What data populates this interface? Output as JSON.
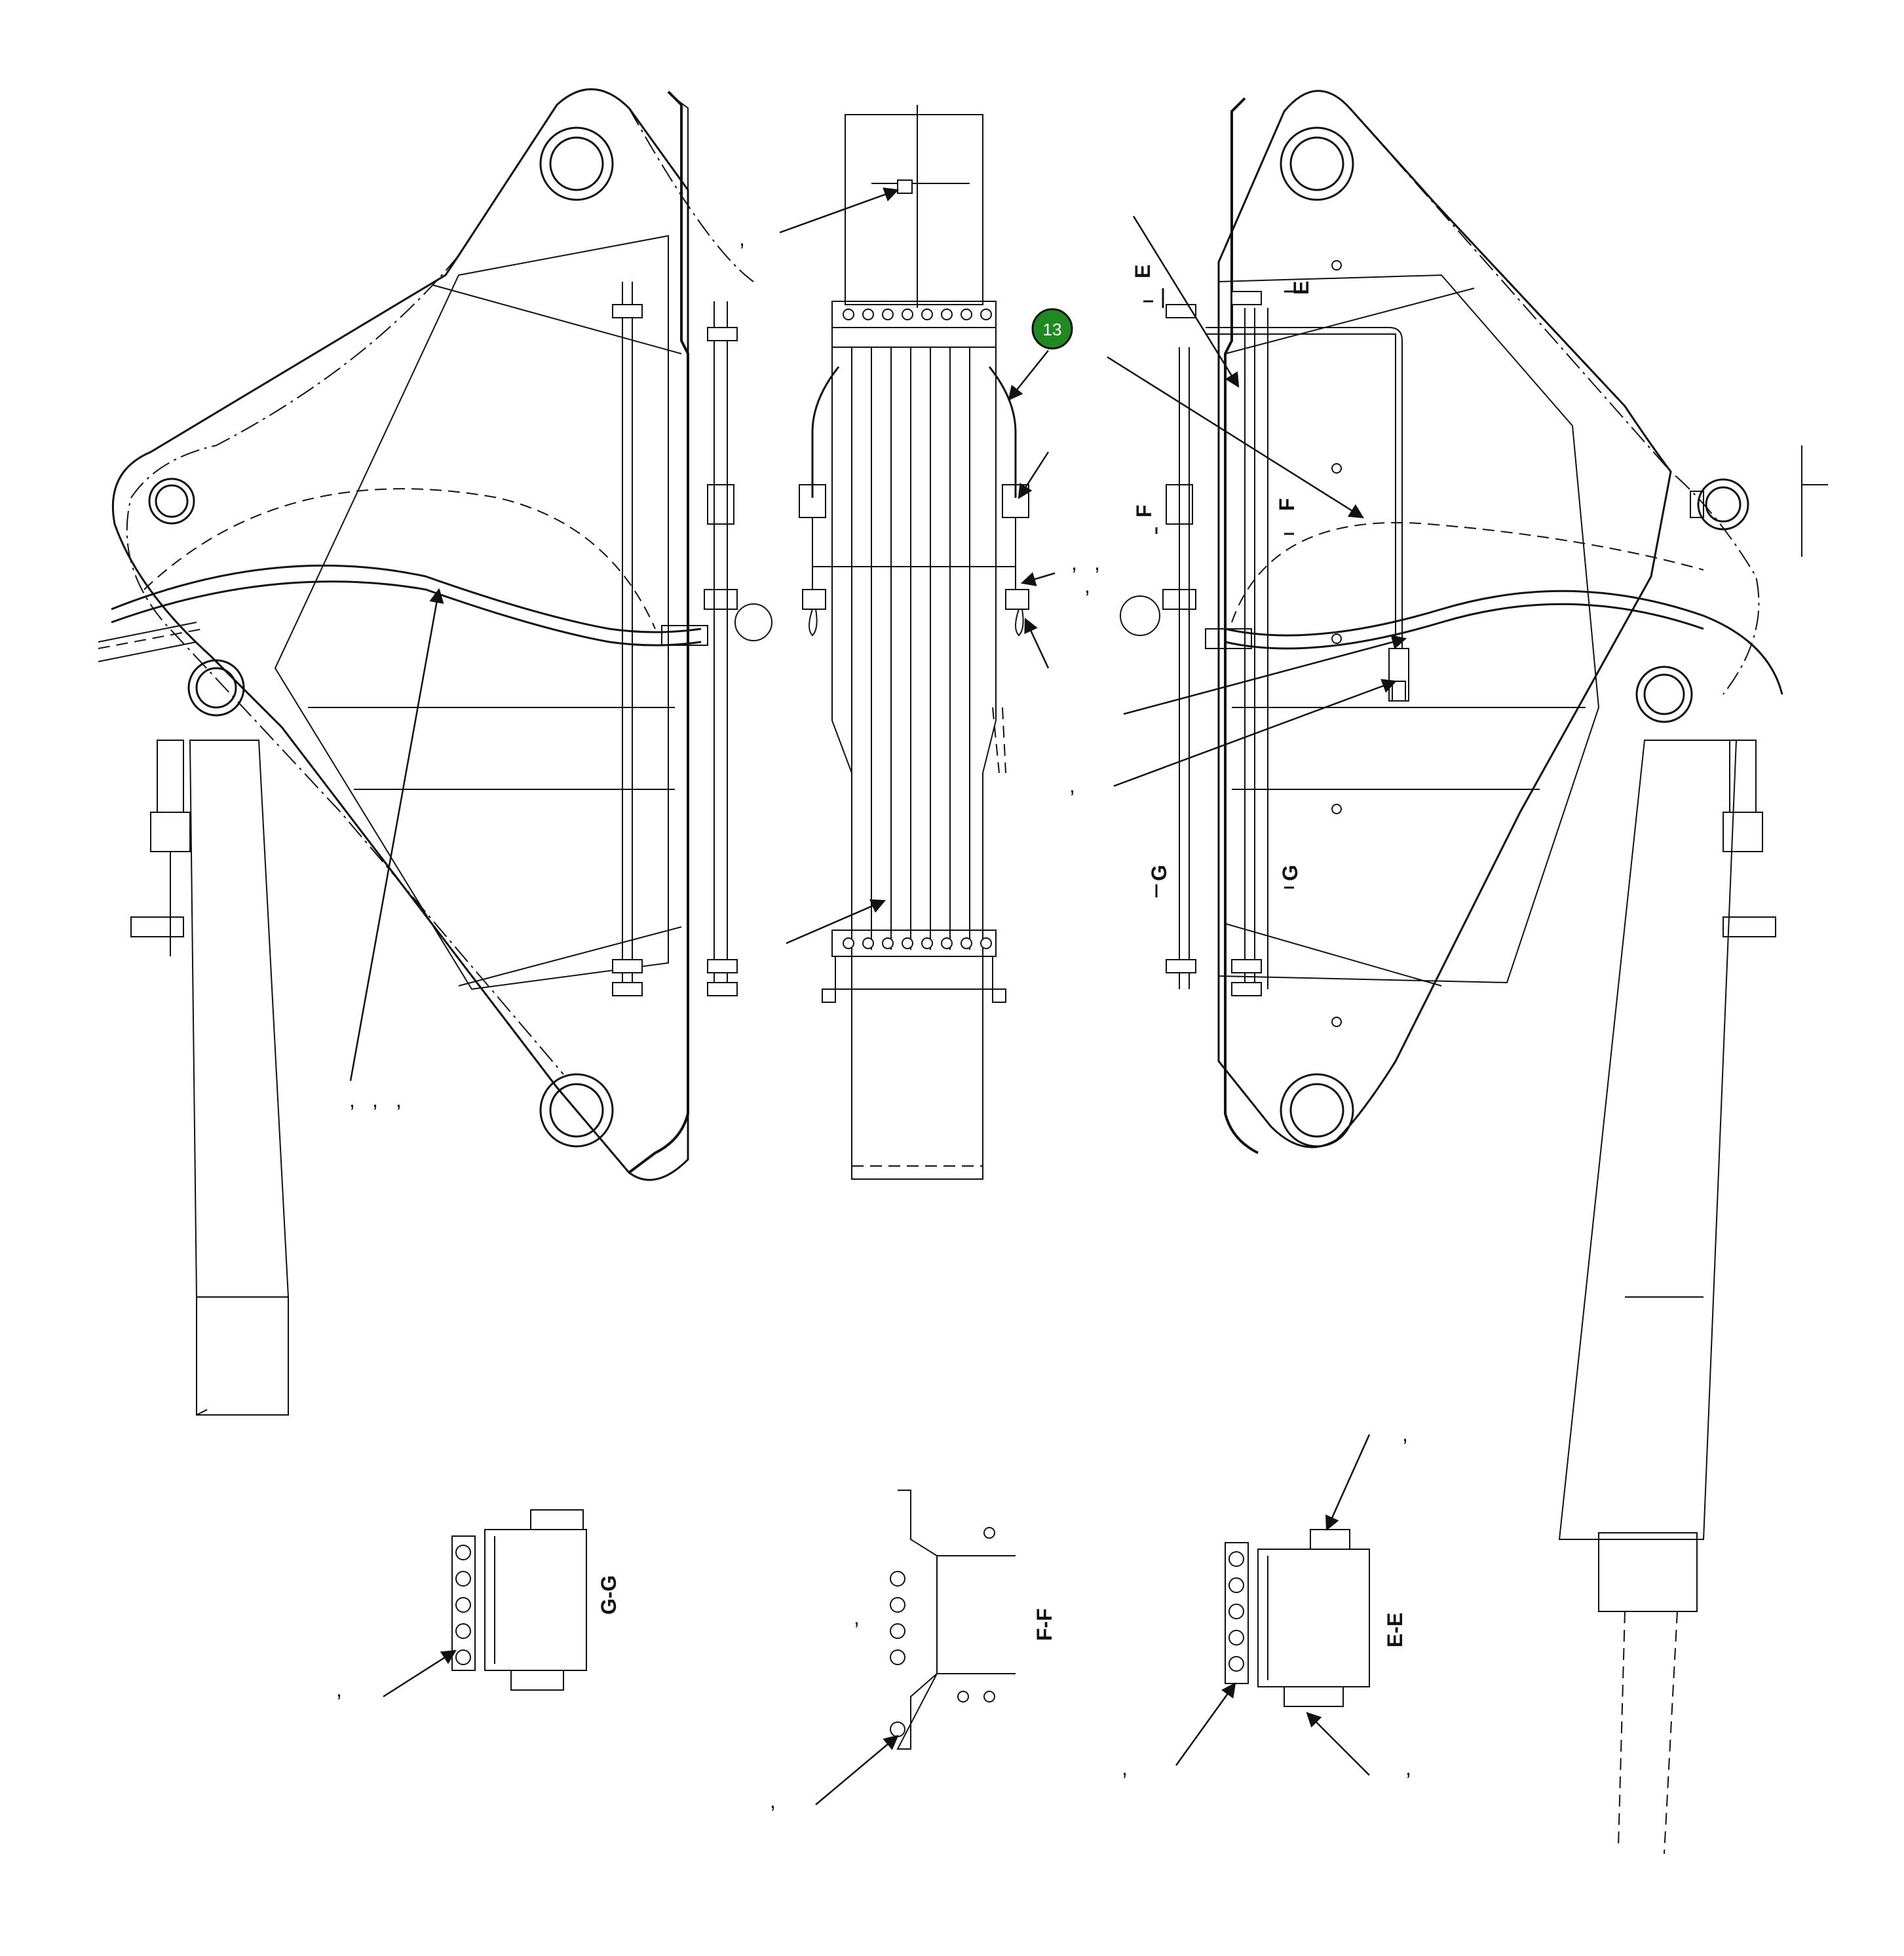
{
  "callout": {
    "number": "13",
    "color": "#1f8a1f",
    "text_color": "#ffffff"
  },
  "section_labels": {
    "e_marker": "E",
    "f_marker": "F",
    "g_marker": "G",
    "view_g": "G-G",
    "view_f": "F-F",
    "view_e": "E-E"
  },
  "commas": {
    "c1": ",",
    "c2": ",",
    "c3": ",",
    "c4": ",",
    "c5": ",",
    "c6": ",",
    "c7": ",",
    "c8": ",",
    "c9": ",",
    "c10": ",",
    "c11": ",",
    "c12": ",",
    "c13": ",",
    "c14": ","
  },
  "colors": {
    "line": "#111111",
    "background": "#ffffff"
  }
}
